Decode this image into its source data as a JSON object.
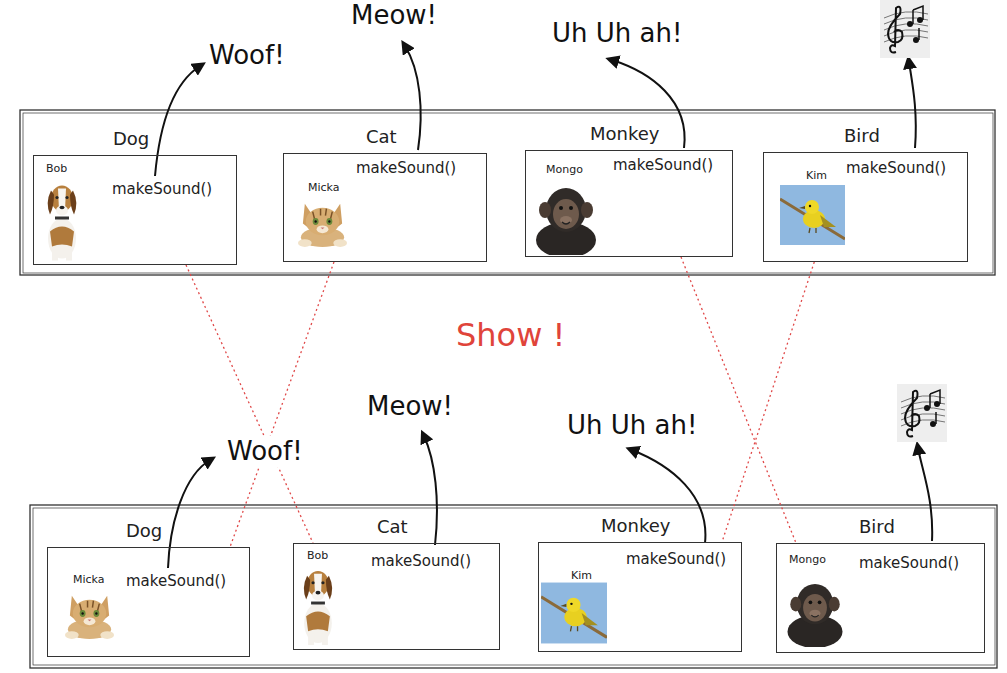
{
  "diagram": {
    "nodes": [
      {
        "text": [
          "Dog",
          "Bob",
          "makeSound()"
        ]
      },
      {
        "text": [
          "Cat",
          "Micka",
          "makeSound()"
        ]
      },
      {
        "text": [
          "Monkey",
          "Mongo",
          "makeSound()"
        ]
      },
      {
        "text": [
          "Bird",
          "Kim",
          "makeSound()"
        ]
      },
      {
        "text": [
          "Dog",
          "Micka",
          "makeSound()"
        ]
      },
      {
        "text": [
          "Cat",
          "Bob",
          "makeSound()"
        ]
      },
      {
        "text": [
          "Monkey",
          "Kim",
          "makeSound()"
        ]
      },
      {
        "text": [
          "Bird",
          "Mongo",
          "makeSound()"
        ]
      }
    ],
    "edges": [
      {
        "from": 0,
        "to": 5,
        "arrow": "none"
      },
      {
        "from": 1,
        "to": 4,
        "arrow": "none"
      },
      {
        "from": 2,
        "to": 7,
        "arrow": "none"
      },
      {
        "from": 3,
        "to": 6,
        "arrow": "none"
      }
    ],
    "labels": [
      "Woof!",
      "Meow!",
      "Uh Uh ah!",
      "Show !",
      "Meow!",
      "Woof!",
      "Uh Uh ah!"
    ]
  }
}
